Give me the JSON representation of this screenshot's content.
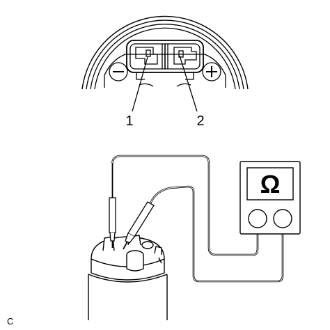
{
  "connector": {
    "pin_labels": [
      "1",
      "2"
    ],
    "symbols": {
      "negative": "−",
      "positive": "+"
    }
  },
  "meter": {
    "symbol": "Ω"
  },
  "corner_label": "C"
}
